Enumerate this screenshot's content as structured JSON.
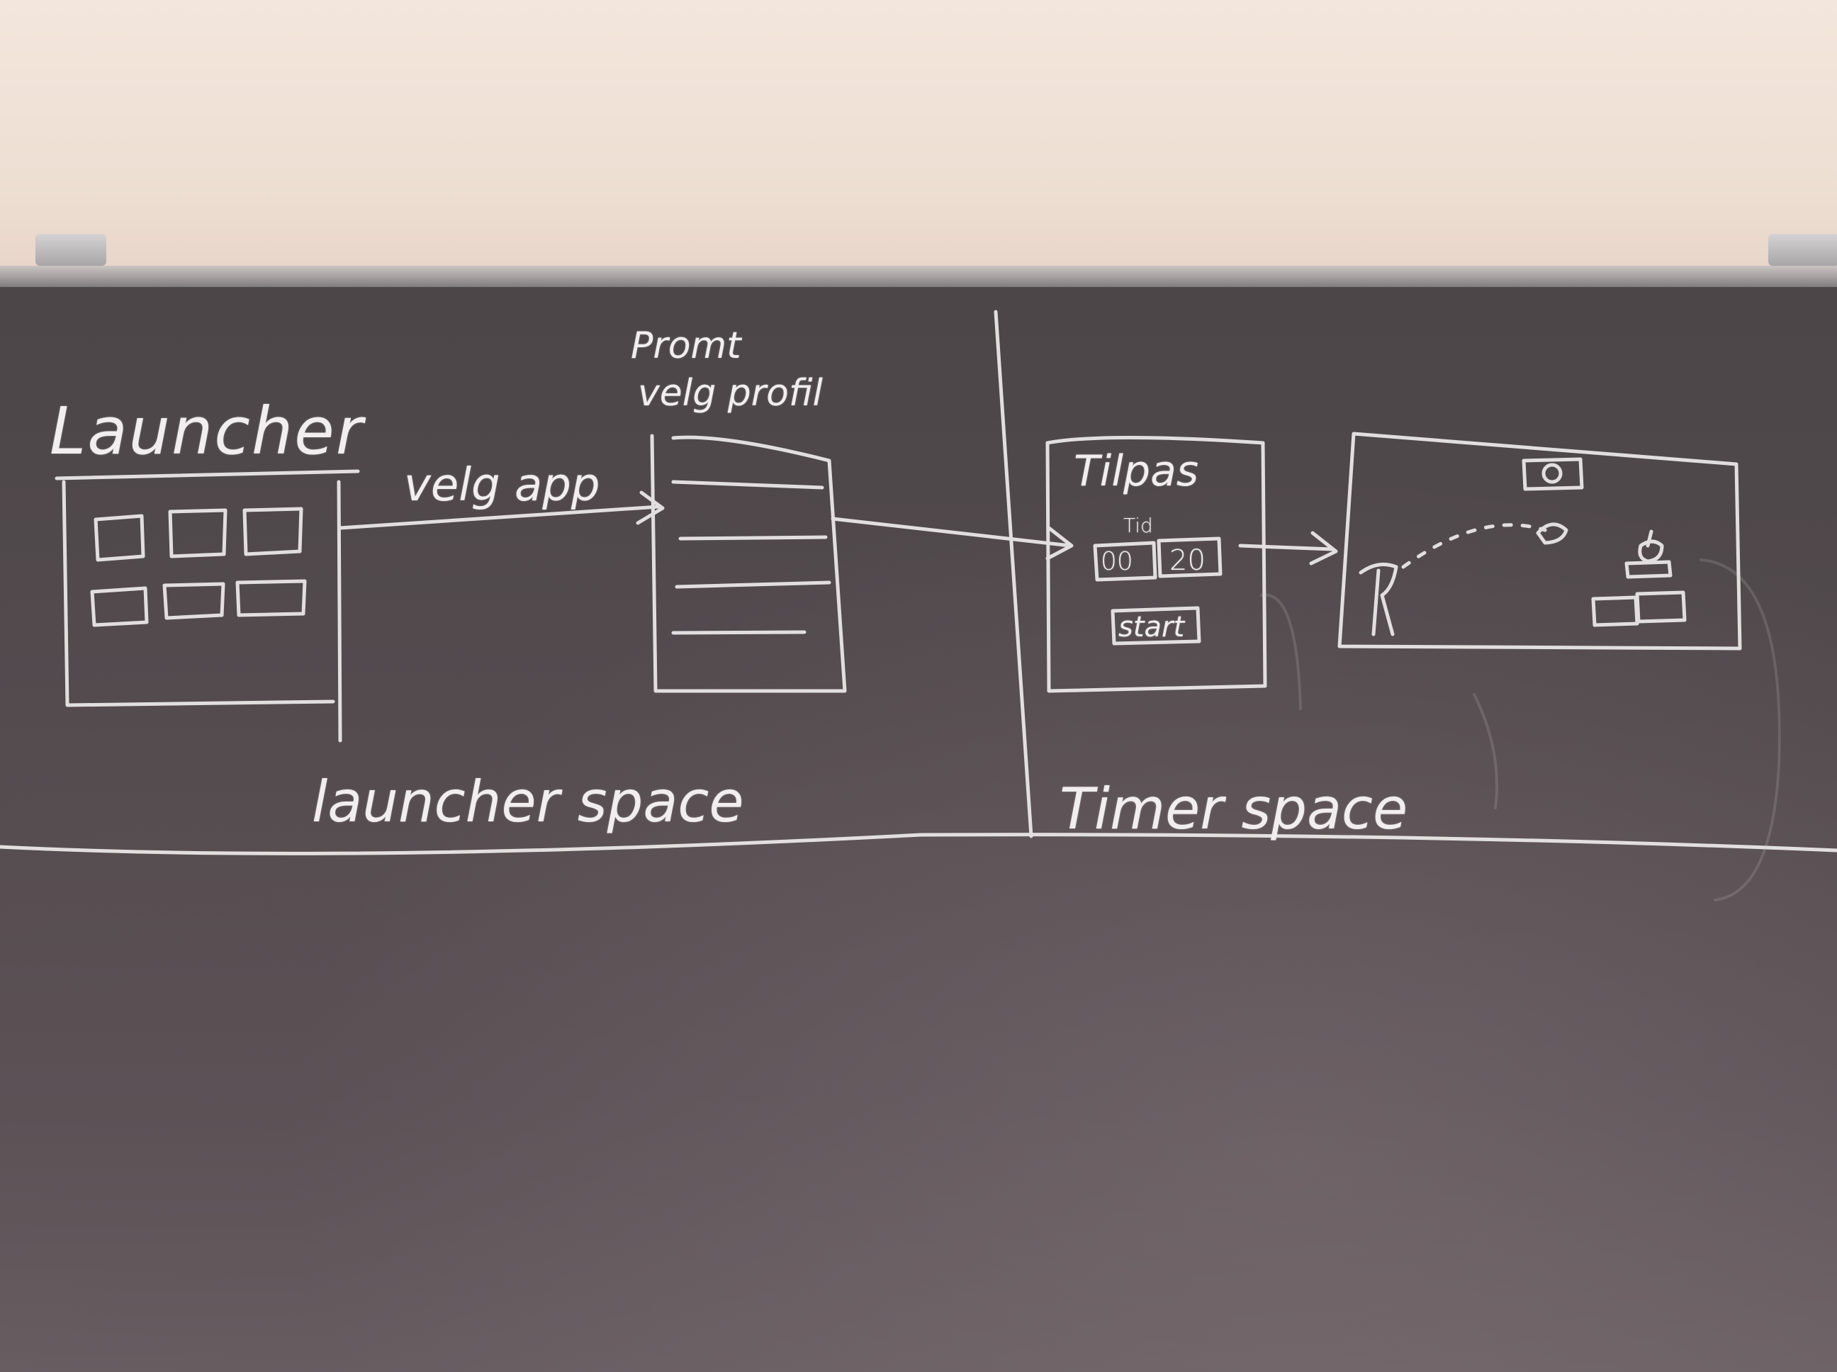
{
  "labels": {
    "launcher": "Launcher",
    "velg_app": "velg app",
    "promt": "Promt",
    "velg_profil": "velg profil",
    "tilpas": "Tilpas",
    "tid": "Tid",
    "hours": "00",
    "minutes": "20",
    "start": "start",
    "launcher_space": "launcher space",
    "timer_space": "Timer space"
  },
  "colors": {
    "chalk": "#f2eeef",
    "board": "#514a4d",
    "wall": "#efe0d5"
  }
}
